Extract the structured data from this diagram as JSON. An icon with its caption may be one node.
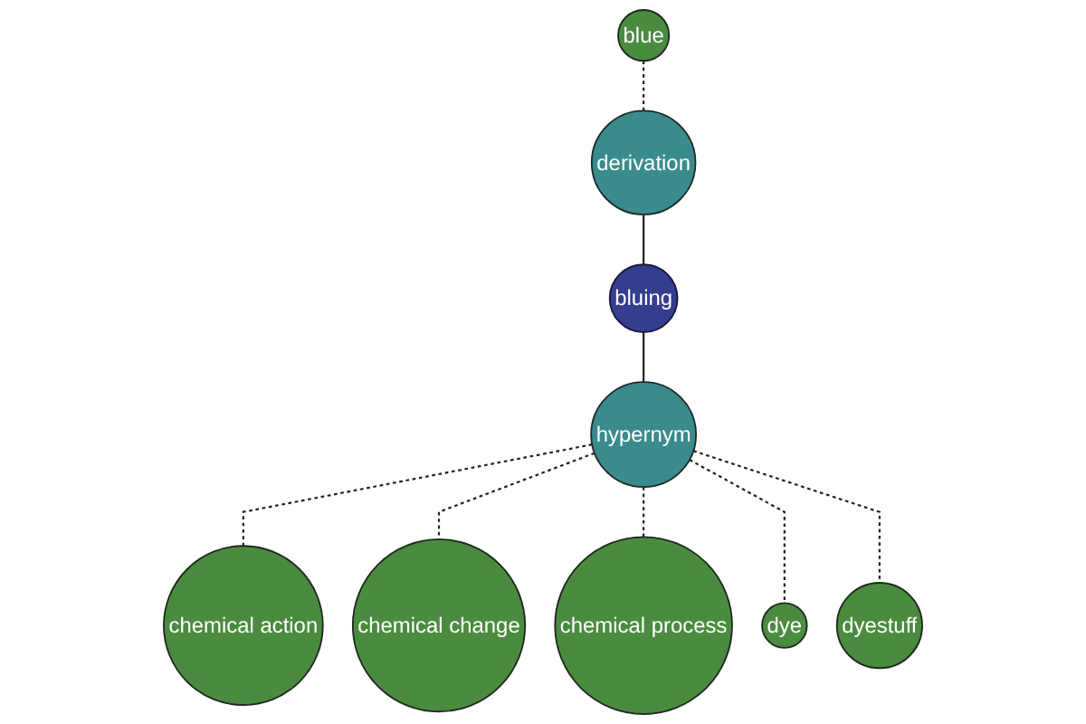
{
  "diagram": {
    "nodes": [
      {
        "text": [
          "blue"
        ]
      },
      {
        "text": [
          "derivation"
        ]
      },
      {
        "text": [
          "bluing"
        ]
      },
      {
        "text": [
          "chemical action"
        ]
      },
      {
        "text": [
          "hypernym"
        ]
      },
      {
        "text": [
          "chemical change"
        ]
      },
      {
        "text": [
          "dyestuff"
        ]
      },
      {
        "text": [
          "chemical process"
        ]
      },
      {
        "text": [
          "dye"
        ]
      }
    ],
    "edges": [
      {
        "from": 0,
        "to": 1,
        "arrow": "none",
        "style": "dashed"
      },
      {
        "from": 1,
        "to": 2,
        "arrow": "none"
      },
      {
        "from": 2,
        "to": 4,
        "arrow": "none"
      },
      {
        "from": 4,
        "to": 3,
        "arrow": "none",
        "style": "dashed"
      },
      {
        "from": 4,
        "to": 5,
        "arrow": "none",
        "style": "dashed"
      },
      {
        "from": 4,
        "to": 7,
        "arrow": "none",
        "style": "dashed"
      },
      {
        "from": 4,
        "to": 8,
        "arrow": "none",
        "style": "dashed"
      },
      {
        "from": 4,
        "to": 6,
        "arrow": "none",
        "style": "dashed"
      }
    ]
  }
}
